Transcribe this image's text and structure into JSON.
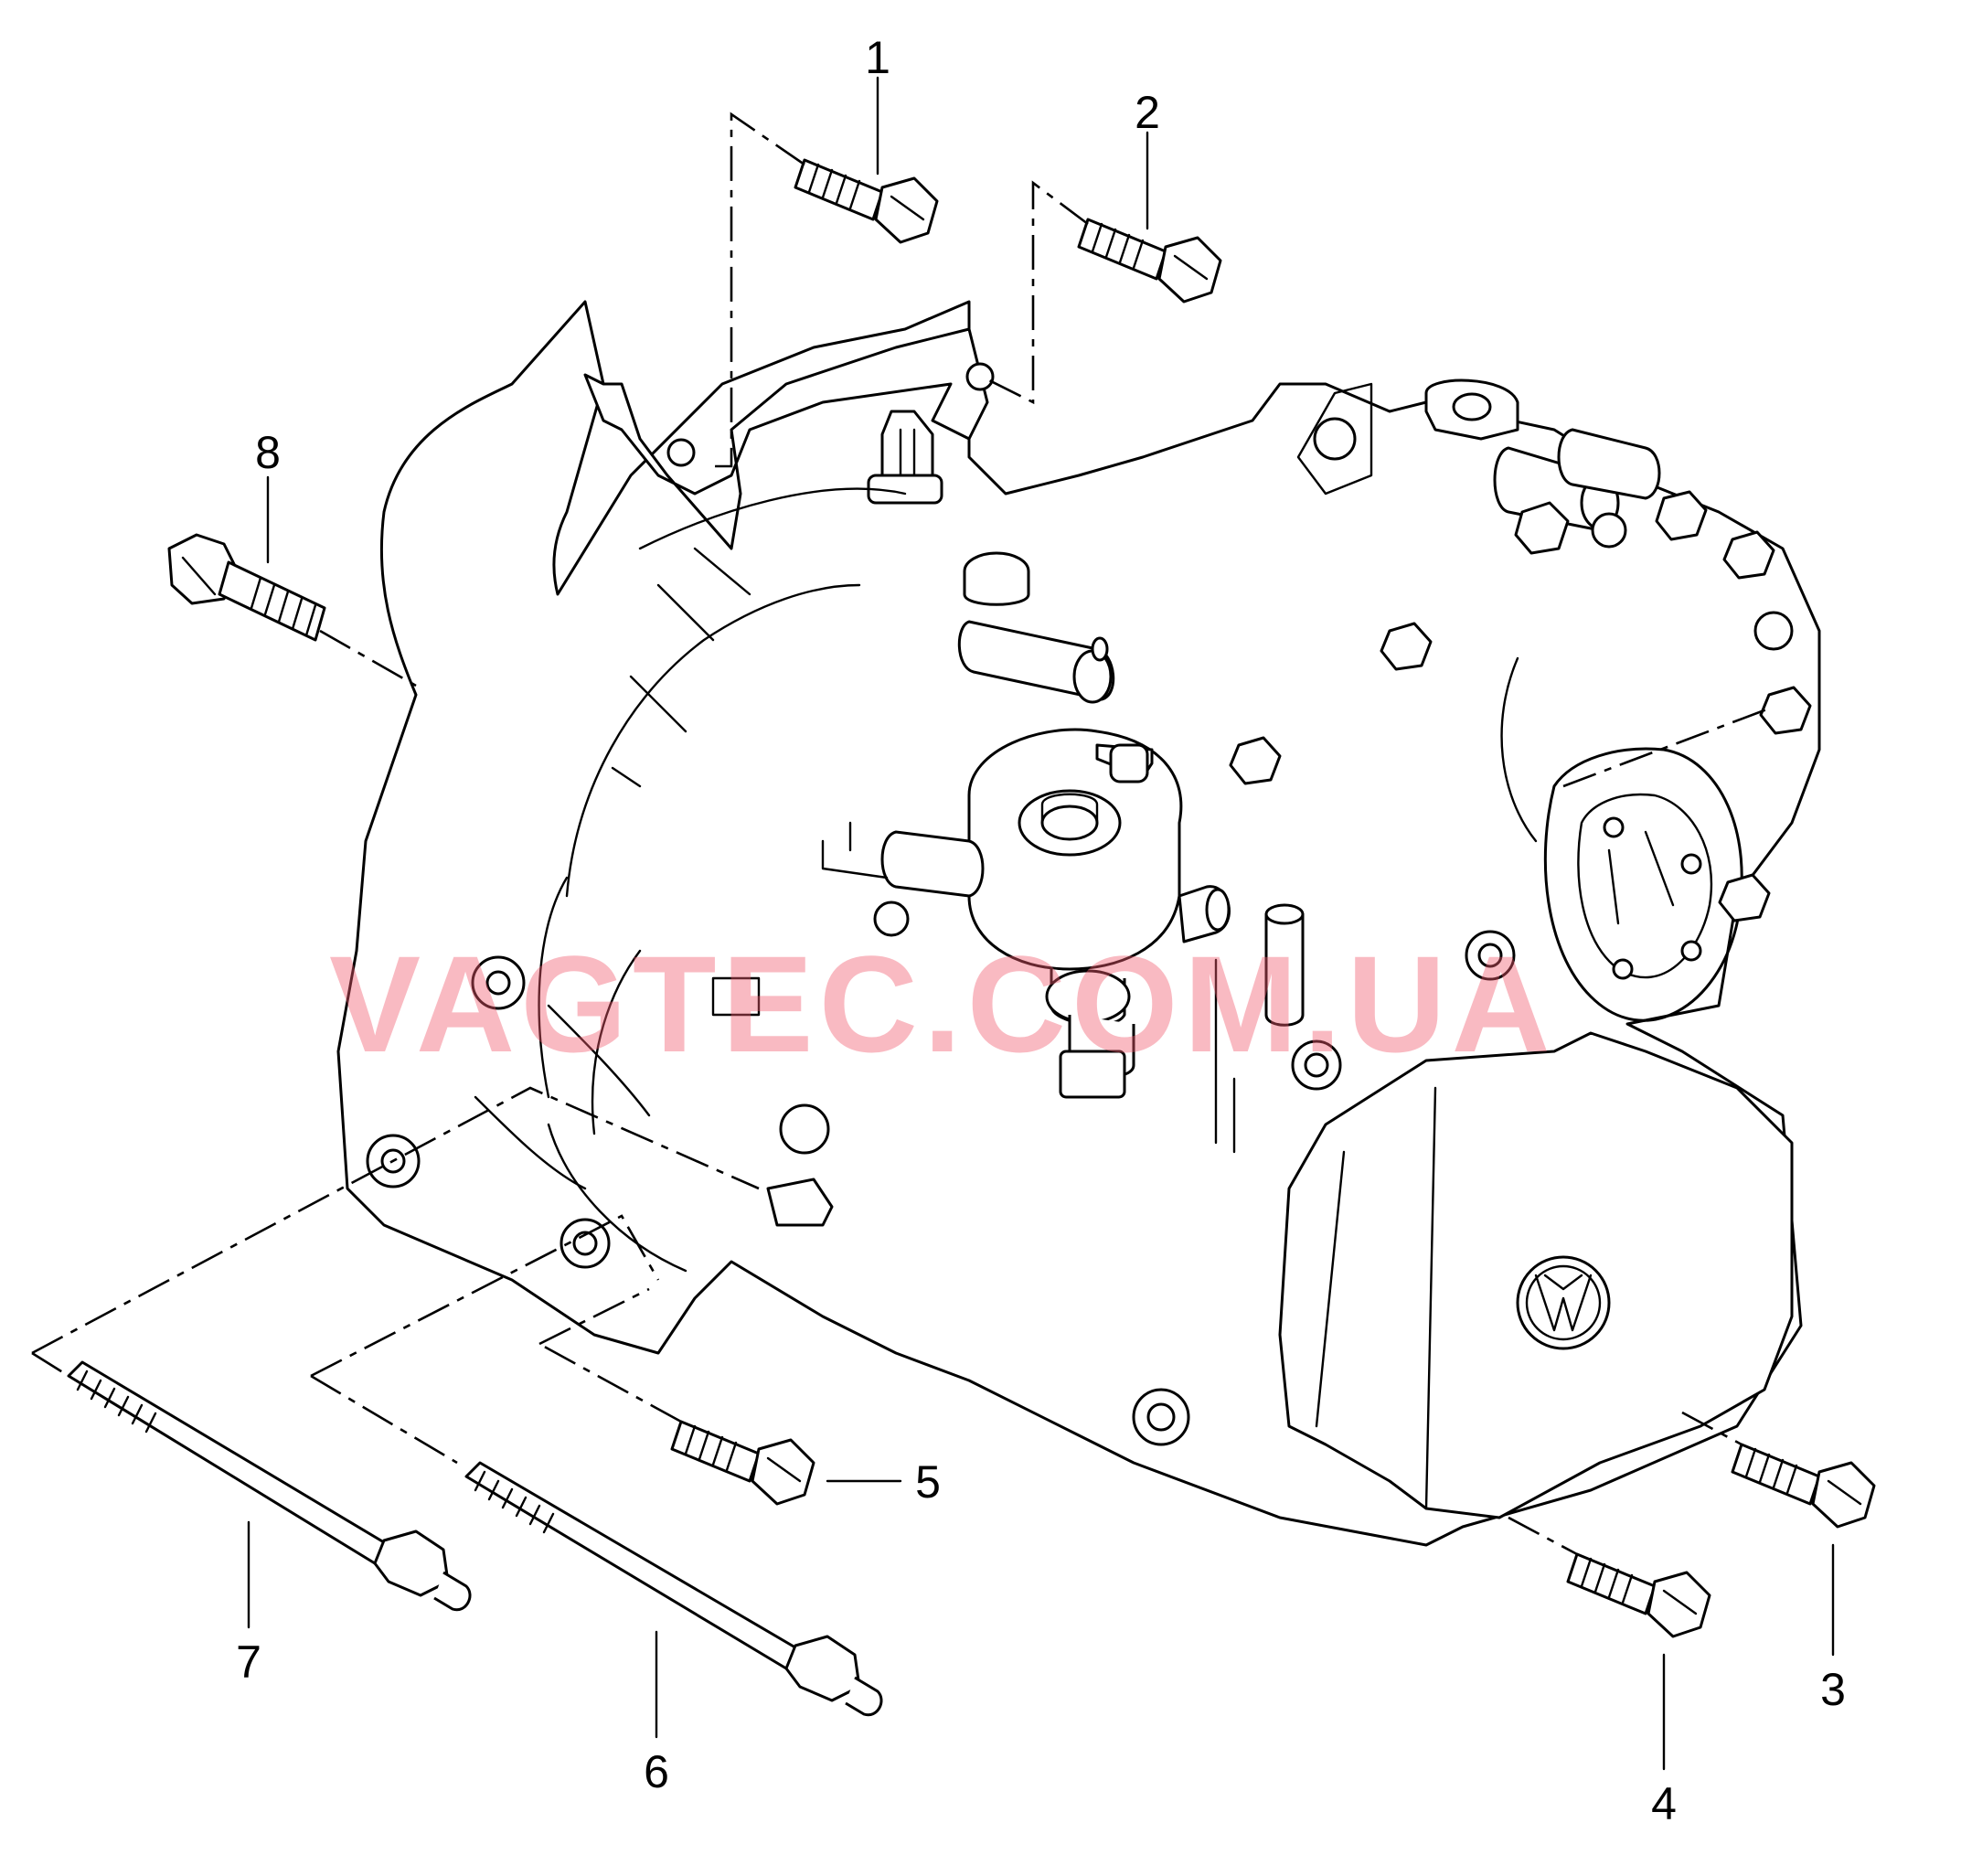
{
  "diagram": {
    "callouts": [
      {
        "id": "1",
        "label": "1"
      },
      {
        "id": "2",
        "label": "2"
      },
      {
        "id": "3",
        "label": "3"
      },
      {
        "id": "4",
        "label": "4"
      },
      {
        "id": "5",
        "label": "5"
      },
      {
        "id": "6",
        "label": "6"
      },
      {
        "id": "7",
        "label": "7"
      },
      {
        "id": "8",
        "label": "8"
      }
    ],
    "brand_emblem": "VW",
    "watermark": "VAGTEC.COM.UA",
    "colors": {
      "line": "#000000",
      "background": "#ffffff",
      "watermark": "#f05a6e"
    }
  }
}
